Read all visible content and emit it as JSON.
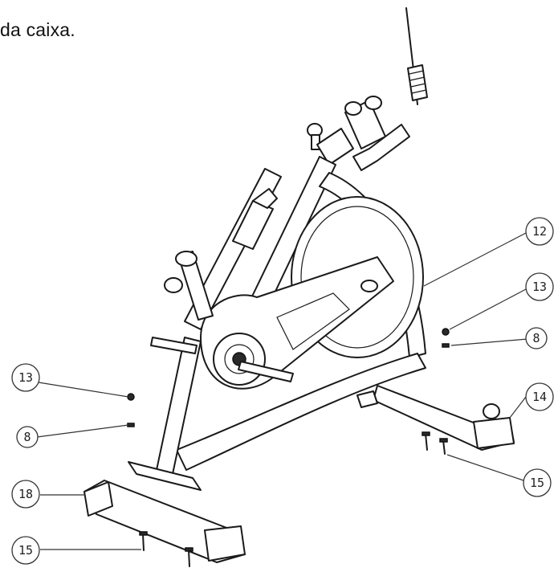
{
  "caption": "da caixa.",
  "callouts": [
    {
      "id": "12",
      "label": "12"
    },
    {
      "id": "13-right",
      "label": "13"
    },
    {
      "id": "8-right",
      "label": "8"
    },
    {
      "id": "14",
      "label": "14"
    },
    {
      "id": "15-right",
      "label": "15"
    },
    {
      "id": "13-left",
      "label": "13"
    },
    {
      "id": "8-left",
      "label": "8"
    },
    {
      "id": "18",
      "label": "18"
    },
    {
      "id": "15-left",
      "label": "15"
    }
  ],
  "colors": {
    "line": "#1a1a1a",
    "background": "#ffffff"
  }
}
